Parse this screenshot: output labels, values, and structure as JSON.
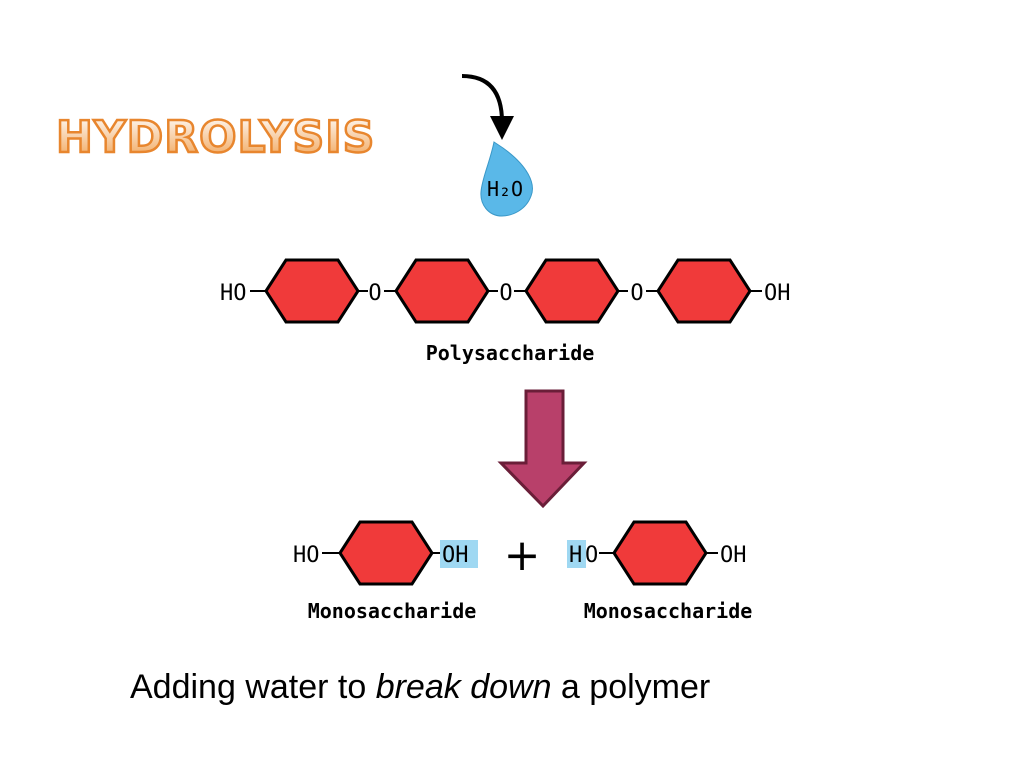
{
  "slide": {
    "title": "HYDROLYSIS",
    "water_label": "H₂O",
    "polymer": {
      "left_end": "HO",
      "links": [
        "O",
        "O",
        "O"
      ],
      "right_end": "OH",
      "label": "Polysaccharide"
    },
    "products": {
      "mono1": {
        "left": "HO",
        "right_highlight": "OH",
        "label": "Monosaccharide"
      },
      "plus": "+",
      "mono2": {
        "left_highlight": "H",
        "left_rest": "O",
        "right": "OH",
        "label": "Monosaccharide"
      }
    },
    "caption": {
      "part1": "Adding water to ",
      "emphasis": "break down",
      "part2": " a polymer"
    }
  },
  "colors": {
    "title_gradient_top": "#ffffff",
    "title_gradient_bottom": "#f0a050",
    "title_stroke": "#e8862e",
    "ring_fill": "#f03a3a",
    "ring_stroke": "#000000",
    "water_fill": "#5ab8e8",
    "highlight": "#9fd8f2",
    "down_arrow_fill": "#b8406a",
    "down_arrow_stroke": "#6a1e38"
  }
}
